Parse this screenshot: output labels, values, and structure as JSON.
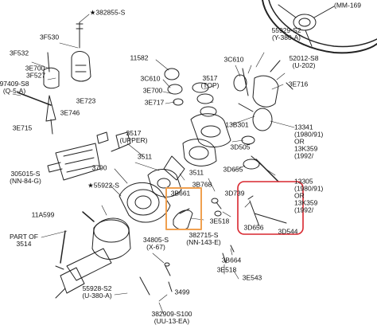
{
  "diagram": {
    "highlight_colors": {
      "orange_box": "#f0a050",
      "red_box": "#d8262e"
    },
    "labels": {
      "mm169": "(MM-169",
      "p382855s": "★382855-S",
      "p3f530": "3F530",
      "p3f532": "3F532",
      "p3e700top": "3E700",
      "p97409s8": "97409-S8\n(Q-5-A)",
      "p3f527": "3F527",
      "p11582": "11582",
      "p3c610a": "3C610",
      "p3c610b": "3C610",
      "p55929s2a": "55929-S2\n(Y-380-A)",
      "p52012s8": "52012-S8\n(U-202)",
      "p3e700mid": "3E700",
      "p3517top": "3517\n(TOP)",
      "p3e717": "3E717",
      "p3e723": "3E723",
      "p3e716": "3E716",
      "p3e746": "3E746",
      "p13b301": "13B301",
      "p3e715": "3E715",
      "p13341": "13341\n(1980/91)\nOR\n13K359\n(1992/",
      "p3517upper": "3517\n(UPPER)",
      "p3d505": "3D505",
      "p305015s": "305015-S\n(NN-84-G)",
      "p3790": "3790",
      "p3511a": "3511",
      "p3d655": "3D655",
      "p3511b": "3511",
      "p55922s": "★55922-S",
      "p3b768": "3B768",
      "p3b661": "3B661",
      "p13305": "13305\n(1980/91)\nOR\n13K359\n(1992/",
      "p3d739": "3D739",
      "p11a599": "11A599",
      "p3e518a": "3E518",
      "p3d656": "3D656",
      "p3d544": "3D544",
      "ppartof": "PART OF\n3514",
      "p382715s": "382715-S\n(NN-143-E)",
      "p34805s": "34805-S\n(X-67)",
      "p3b664": "3B664",
      "p3e518b": "3E518",
      "p55928s2": "55928-S2\n(U-380-A)",
      "p3e543": "3E543",
      "p3499": "3499",
      "p382909s100": "382909-S100\n(UU-13-EA)"
    }
  }
}
